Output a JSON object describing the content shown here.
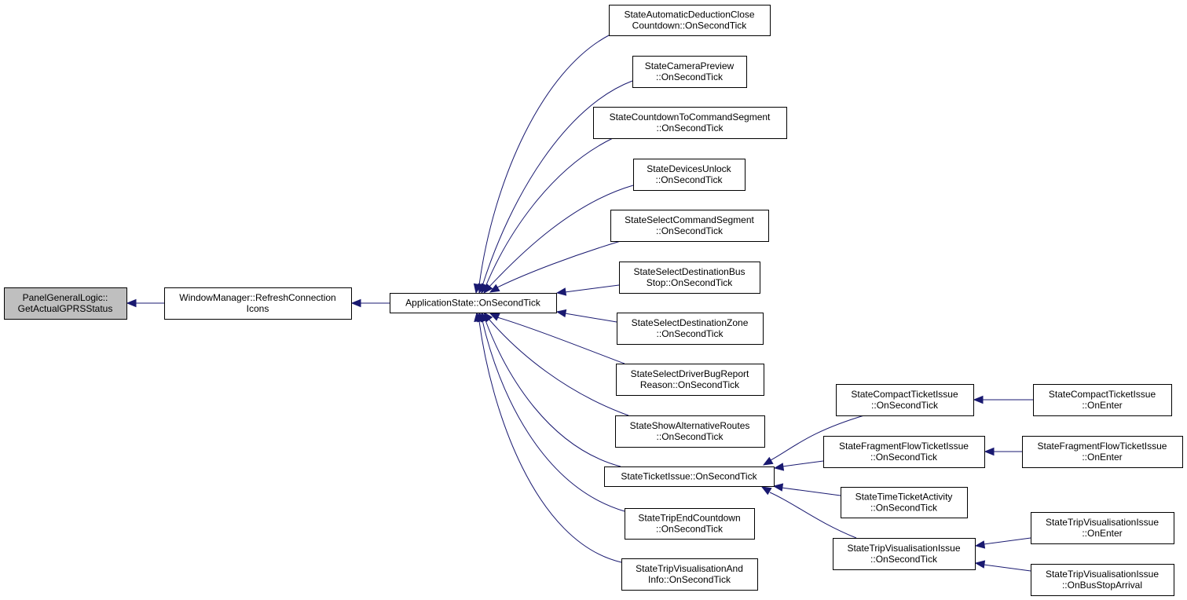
{
  "diagram": {
    "type": "caller-graph",
    "colors": {
      "edge": "#191970",
      "root_fill": "#bfbfbf",
      "node_fill": "#ffffff",
      "border": "#000000"
    },
    "nodes": [
      {
        "id": "n0",
        "lines": [
          "PanelGeneralLogic::",
          "GetActualGPRSStatus"
        ],
        "root": true
      },
      {
        "id": "n1",
        "lines": [
          "WindowManager::RefreshConnection",
          "Icons"
        ]
      },
      {
        "id": "n2",
        "lines": [
          "ApplicationState::OnSecondTick"
        ]
      },
      {
        "id": "n3",
        "lines": [
          "StateAutomaticDeductionClose",
          "Countdown::OnSecondTick"
        ]
      },
      {
        "id": "n4",
        "lines": [
          "StateCameraPreview",
          "::OnSecondTick"
        ]
      },
      {
        "id": "n5",
        "lines": [
          "StateCountdownToCommandSegment",
          "::OnSecondTick"
        ]
      },
      {
        "id": "n6",
        "lines": [
          "StateDevicesUnlock",
          "::OnSecondTick"
        ]
      },
      {
        "id": "n7",
        "lines": [
          "StateSelectCommandSegment",
          "::OnSecondTick"
        ]
      },
      {
        "id": "n8",
        "lines": [
          "StateSelectDestinationBus",
          "Stop::OnSecondTick"
        ]
      },
      {
        "id": "n9",
        "lines": [
          "StateSelectDestinationZone",
          "::OnSecondTick"
        ]
      },
      {
        "id": "n10",
        "lines": [
          "StateSelectDriverBugReport",
          "Reason::OnSecondTick"
        ]
      },
      {
        "id": "n11",
        "lines": [
          "StateShowAlternativeRoutes",
          "::OnSecondTick"
        ]
      },
      {
        "id": "n12",
        "lines": [
          "StateTicketIssue::OnSecondTick"
        ]
      },
      {
        "id": "n13",
        "lines": [
          "StateTripEndCountdown",
          "::OnSecondTick"
        ]
      },
      {
        "id": "n14",
        "lines": [
          "StateTripVisualisationAnd",
          "Info::OnSecondTick"
        ]
      },
      {
        "id": "n15",
        "lines": [
          "StateCompactTicketIssue",
          "::OnSecondTick"
        ]
      },
      {
        "id": "n16",
        "lines": [
          "StateFragmentFlowTicketIssue",
          "::OnSecondTick"
        ]
      },
      {
        "id": "n17",
        "lines": [
          "StateTimeTicketActivity",
          "::OnSecondTick"
        ]
      },
      {
        "id": "n18",
        "lines": [
          "StateTripVisualisationIssue",
          "::OnSecondTick"
        ]
      },
      {
        "id": "n19",
        "lines": [
          "StateCompactTicketIssue",
          "::OnEnter"
        ]
      },
      {
        "id": "n20",
        "lines": [
          "StateFragmentFlowTicketIssue",
          "::OnEnter"
        ]
      },
      {
        "id": "n21",
        "lines": [
          "StateTripVisualisationIssue",
          "::OnEnter"
        ]
      },
      {
        "id": "n22",
        "lines": [
          "StateTripVisualisationIssue",
          "::OnBusStopArrival"
        ]
      }
    ],
    "edges": [
      {
        "from": "n1",
        "to": "n0"
      },
      {
        "from": "n2",
        "to": "n1"
      },
      {
        "from": "n3",
        "to": "n2"
      },
      {
        "from": "n4",
        "to": "n2"
      },
      {
        "from": "n5",
        "to": "n2"
      },
      {
        "from": "n6",
        "to": "n2"
      },
      {
        "from": "n7",
        "to": "n2"
      },
      {
        "from": "n8",
        "to": "n2"
      },
      {
        "from": "n9",
        "to": "n2"
      },
      {
        "from": "n10",
        "to": "n2"
      },
      {
        "from": "n11",
        "to": "n2"
      },
      {
        "from": "n12",
        "to": "n2"
      },
      {
        "from": "n13",
        "to": "n2"
      },
      {
        "from": "n14",
        "to": "n2"
      },
      {
        "from": "n15",
        "to": "n12"
      },
      {
        "from": "n16",
        "to": "n12"
      },
      {
        "from": "n17",
        "to": "n12"
      },
      {
        "from": "n18",
        "to": "n12"
      },
      {
        "from": "n19",
        "to": "n15"
      },
      {
        "from": "n20",
        "to": "n16"
      },
      {
        "from": "n21",
        "to": "n18"
      },
      {
        "from": "n22",
        "to": "n18"
      }
    ]
  }
}
